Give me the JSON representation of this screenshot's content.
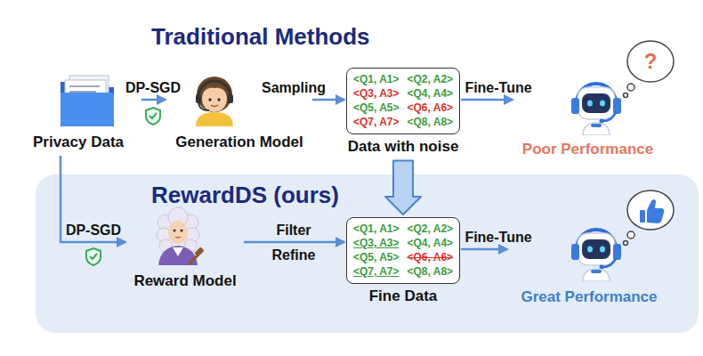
{
  "diagram": {
    "title": "Traditional Methods",
    "nodes": [
      {
        "text": [
          "Privacy Data"
        ]
      },
      {
        "text": [
          "Generation Model"
        ]
      },
      {
        "text": [
          "<Q1, A1>",
          "<Q2, A2>",
          "<Q3, A3>",
          "<Q4, A4>",
          "<Q5, A5>",
          "<Q6, A6>",
          "<Q7, A7>",
          "<Q8, A8>",
          "Data with noise"
        ]
      },
      {
        "text": [
          "Poor Performance"
        ]
      },
      {
        "text": [
          "RewardDS (ours)"
        ]
      },
      {
        "text": [
          "Reward Model"
        ],
        "in": 4
      },
      {
        "text": [
          "<Q1, A1>",
          "<Q2, A2>",
          "<Q3, A3>",
          "<Q4, A4>",
          "<Q5, A5>",
          "<Q6, A6>",
          "<Q7, A7>",
          "<Q8, A8>",
          "Fine Data"
        ],
        "in": 4
      },
      {
        "text": [
          "Great Performance"
        ],
        "in": 4
      }
    ],
    "edges": [
      {
        "from": 0,
        "to": 1,
        "arrow": "to",
        "label": "DP-SGD"
      },
      {
        "from": 1,
        "to": 2,
        "arrow": "to",
        "label": "Sampling"
      },
      {
        "from": 2,
        "to": 3,
        "arrow": "to",
        "label": "Fine-Tune"
      },
      {
        "from": 2,
        "to": 6,
        "arrow": "to"
      },
      {
        "from": 0,
        "to": 5,
        "arrow": "to",
        "label": "DP-SGD"
      },
      {
        "from": 5,
        "to": 6,
        "arrow": "to",
        "label": "Filter"
      },
      {
        "from": 6,
        "to": 7,
        "arrow": "to",
        "label": "Fine-Tune"
      }
    ],
    "labels": [
      "Refine",
      "?"
    ]
  }
}
